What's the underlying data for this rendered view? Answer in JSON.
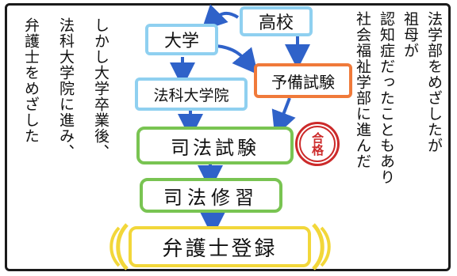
{
  "left_text": {
    "col1": "しかし大学卒業後、",
    "col2": "法科大学院に進み、",
    "col3": "弁護士をめざした"
  },
  "right_text": {
    "col1": "法学部をめざしたが",
    "col2": "祖母が",
    "col3": "認知症だったこともあり",
    "col4": "社会福祉学部に進んだ"
  },
  "flow": {
    "highschool": "高校",
    "university": "大学",
    "law_school": "法科大学院",
    "prep_exam": "予備試験",
    "bar_exam": "司法試験",
    "training": "司法修習",
    "registration": "弁護士登録",
    "pass_stamp": "合格"
  },
  "colors": {
    "blue_box": "#8fd0f0",
    "orange_box": "#f07a3a",
    "green_box": "#79c452",
    "yellow_box": "#f2d73a",
    "arrow": "#2f62c9",
    "stamp": "#cc2a2a"
  }
}
